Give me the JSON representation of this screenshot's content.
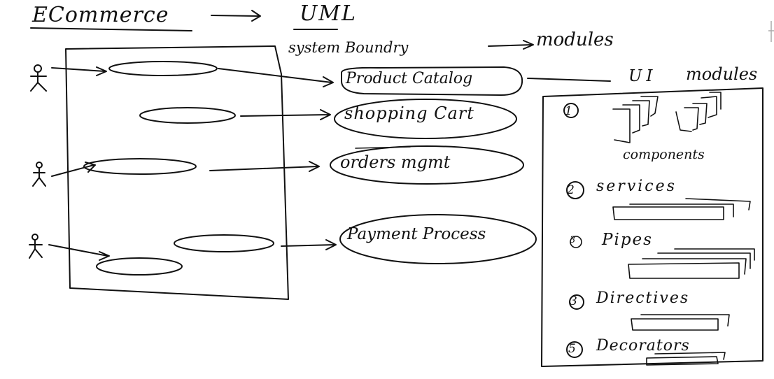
{
  "diagram": {
    "title": "ECommerce",
    "target": "UML",
    "system_boundary_label": "system Boundry",
    "modules_label": "modules",
    "ui_label": "UI",
    "ui_modules_label": "modules",
    "use_cases": [
      "Product Catalog",
      "shopping Cart",
      "orders mgmt",
      "Payment Process"
    ],
    "ui_module_items": [
      {
        "number": "1",
        "label": "components"
      },
      {
        "number": "2",
        "label": "services"
      },
      {
        "number": "3",
        "label": "Pipes"
      },
      {
        "number": "3",
        "label": "Directives"
      },
      {
        "number": "5",
        "label": "Decorators"
      }
    ]
  }
}
